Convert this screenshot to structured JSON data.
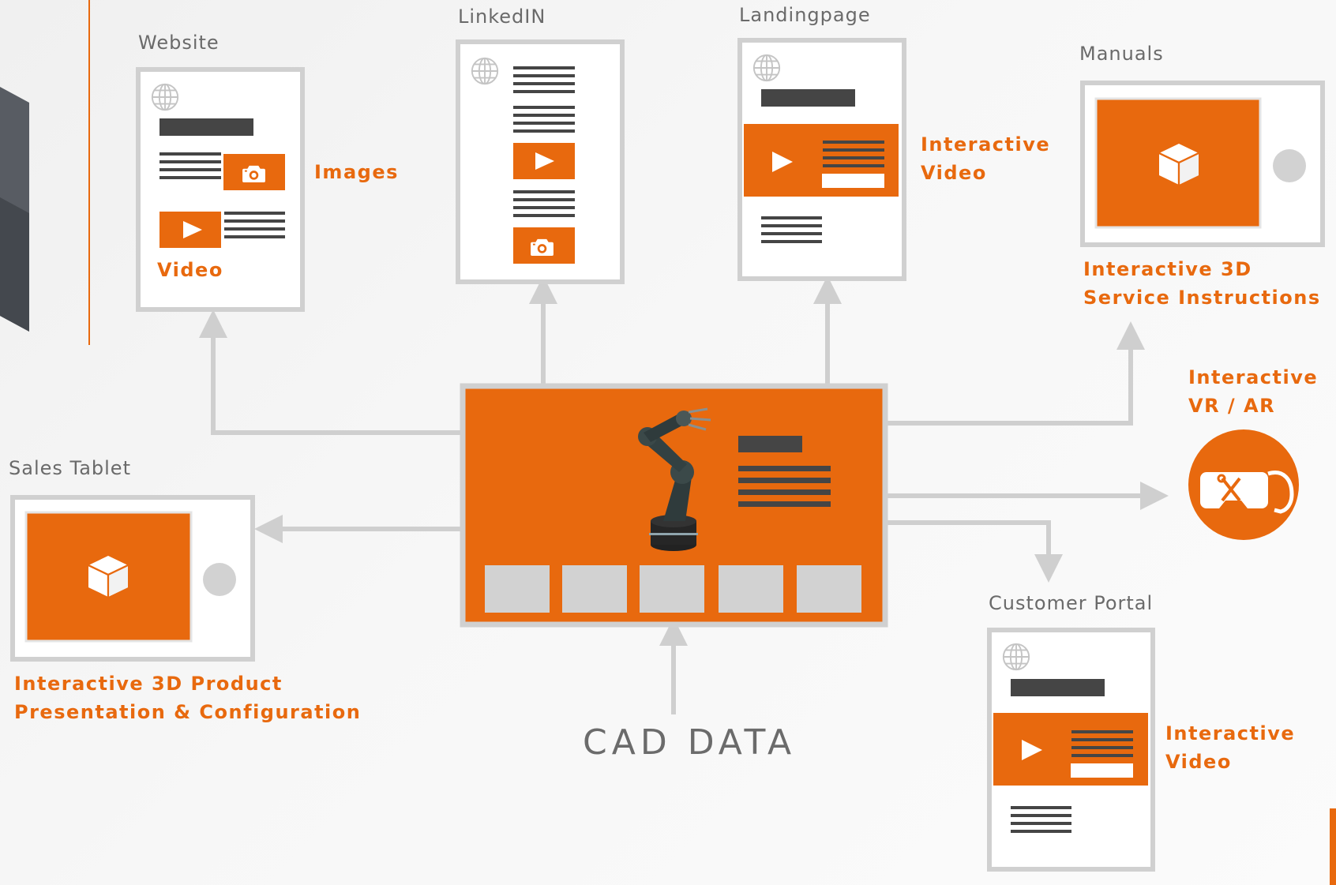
{
  "colors": {
    "accent": "#e8690e",
    "frame": "#d0d0d0",
    "bar": "#454545",
    "arrow": "#cfcfcf",
    "label": "#6a6a6a"
  },
  "icons": [
    "globe-icon",
    "camera-icon",
    "play-icon",
    "cube-icon",
    "vr-headset-icon",
    "robot-arm-image"
  ],
  "nodes": {
    "website": {
      "title": "Website",
      "label_images": "Images",
      "label_video": "Video"
    },
    "linkedin": {
      "title": "LinkedIN"
    },
    "landingpage": {
      "title": "Landingpage",
      "label_line1": "Interactive",
      "label_line2": "Video"
    },
    "manuals": {
      "title": "Manuals",
      "label_line1": "Interactive 3D",
      "label_line2": "Service Instructions"
    },
    "vr_ar": {
      "label_line1": "Interactive",
      "label_line2": "VR / AR"
    },
    "sales_tablet": {
      "title": "Sales Tablet",
      "label_line1": "Interactive 3D Product",
      "label_line2": "Presentation & Configuration"
    },
    "customer_portal": {
      "title": "Customer Portal",
      "label_line1": "Interactive",
      "label_line2": "Video"
    },
    "center": {
      "caption": "CAD DATA"
    }
  }
}
